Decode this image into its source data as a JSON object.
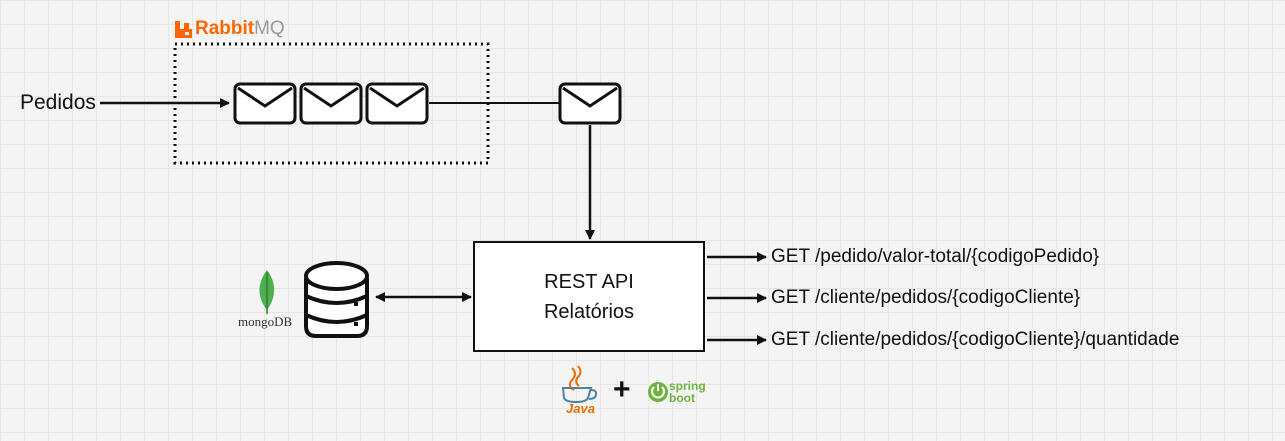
{
  "input": {
    "label": "Pedidos"
  },
  "broker": {
    "name_part1": "Rabbit",
    "name_part2": "MQ",
    "brand_color": "#ff6600",
    "queued_messages": 3
  },
  "api": {
    "line1": "REST API",
    "line2": "Relatórios"
  },
  "endpoints": [
    "GET /pedido/valor-total/{codigoPedido}",
    "GET /cliente/pedidos/{codigoCliente}",
    "GET /cliente/pedidos/{codigoCliente}/quantidade"
  ],
  "database": {
    "logo_text": "mongoDB",
    "icon": "database-icon",
    "leaf_color": "#4caf50"
  },
  "tech_stack": {
    "java_label": "Java",
    "plus": "+",
    "spring_label_line1": "spring",
    "spring_label_line2": "boot",
    "spring_color": "#6db33f",
    "java_color": "#e76f00"
  }
}
